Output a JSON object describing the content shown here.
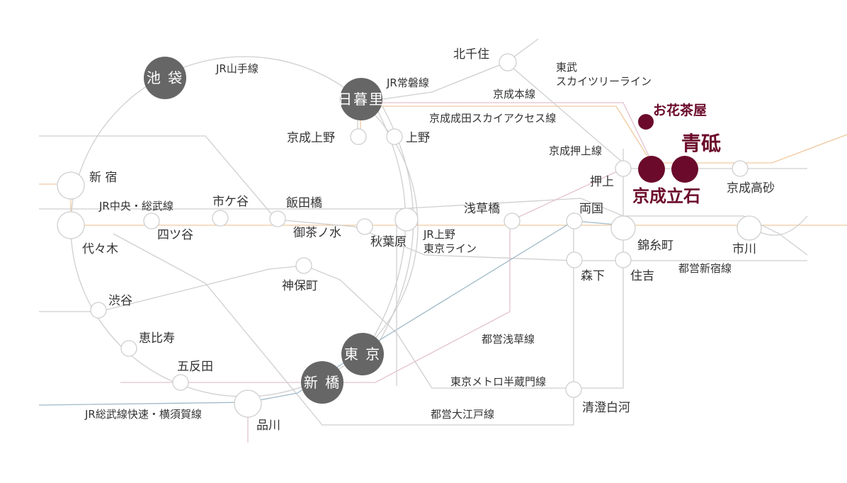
{
  "colors": {
    "line_gray": "#cfcfcf",
    "keisei_orange": "#f0c9a0",
    "keisei_pink": "#e3c2cc",
    "sobu_blue": "#9fb9c7",
    "hub": "#666666",
    "highlight": "#6b0a2a"
  },
  "highlights": {
    "aoto": "青砥",
    "keisei_tateishi": "京成立石",
    "ohanajaya": "お花茶屋"
  },
  "hubs": {
    "ikebukuro": "池 袋",
    "nippori": "日暮里",
    "tokyo": "東 京",
    "shimbashi": "新 橋"
  },
  "stations": {
    "kitasenju": "北千住",
    "keisei_ueno": "京成上野",
    "ueno": "上野",
    "shinjuku": "新 宿",
    "ichigaya": "市ケ谷",
    "iidabashi": "飯田橋",
    "yotsuya": "四ツ谷",
    "yoyogi": "代々木",
    "ochanomizu": "御茶ノ水",
    "akihabara": "秋葉原",
    "asakusabashi": "浅草橋",
    "ryogoku": "両国",
    "oshiage": "押上",
    "kinshicho": "錦糸町",
    "ichikawa": "市川",
    "jimbocho": "神保町",
    "morishita": "森下",
    "sumiyoshi": "住吉",
    "shibuya": "渋谷",
    "ebisu": "恵比寿",
    "gotanda": "五反田",
    "shinagawa": "品川",
    "kiyosumi": "清澄白河",
    "keisei_takasago": "京成高砂"
  },
  "lines": {
    "yamanote": "JR山手線",
    "joban": "JR常磐線",
    "tobu": "東武\nスカイツリーライン",
    "keisei_main": "京成本線",
    "access": "京成成田スカイアクセス線",
    "oshiage_line": "京成押上線",
    "chuo_sobu": "JR中央・総武線",
    "ueno_tokyo": "JR上野\n東京ライン",
    "shinjuku_line": "都営新宿線",
    "asakusa_line": "都営浅草線",
    "hanzomon": "東京メトロ半蔵門線",
    "oedo": "都営大江戸線",
    "sobu_rapid": "JR総武線快速・横須賀線"
  }
}
